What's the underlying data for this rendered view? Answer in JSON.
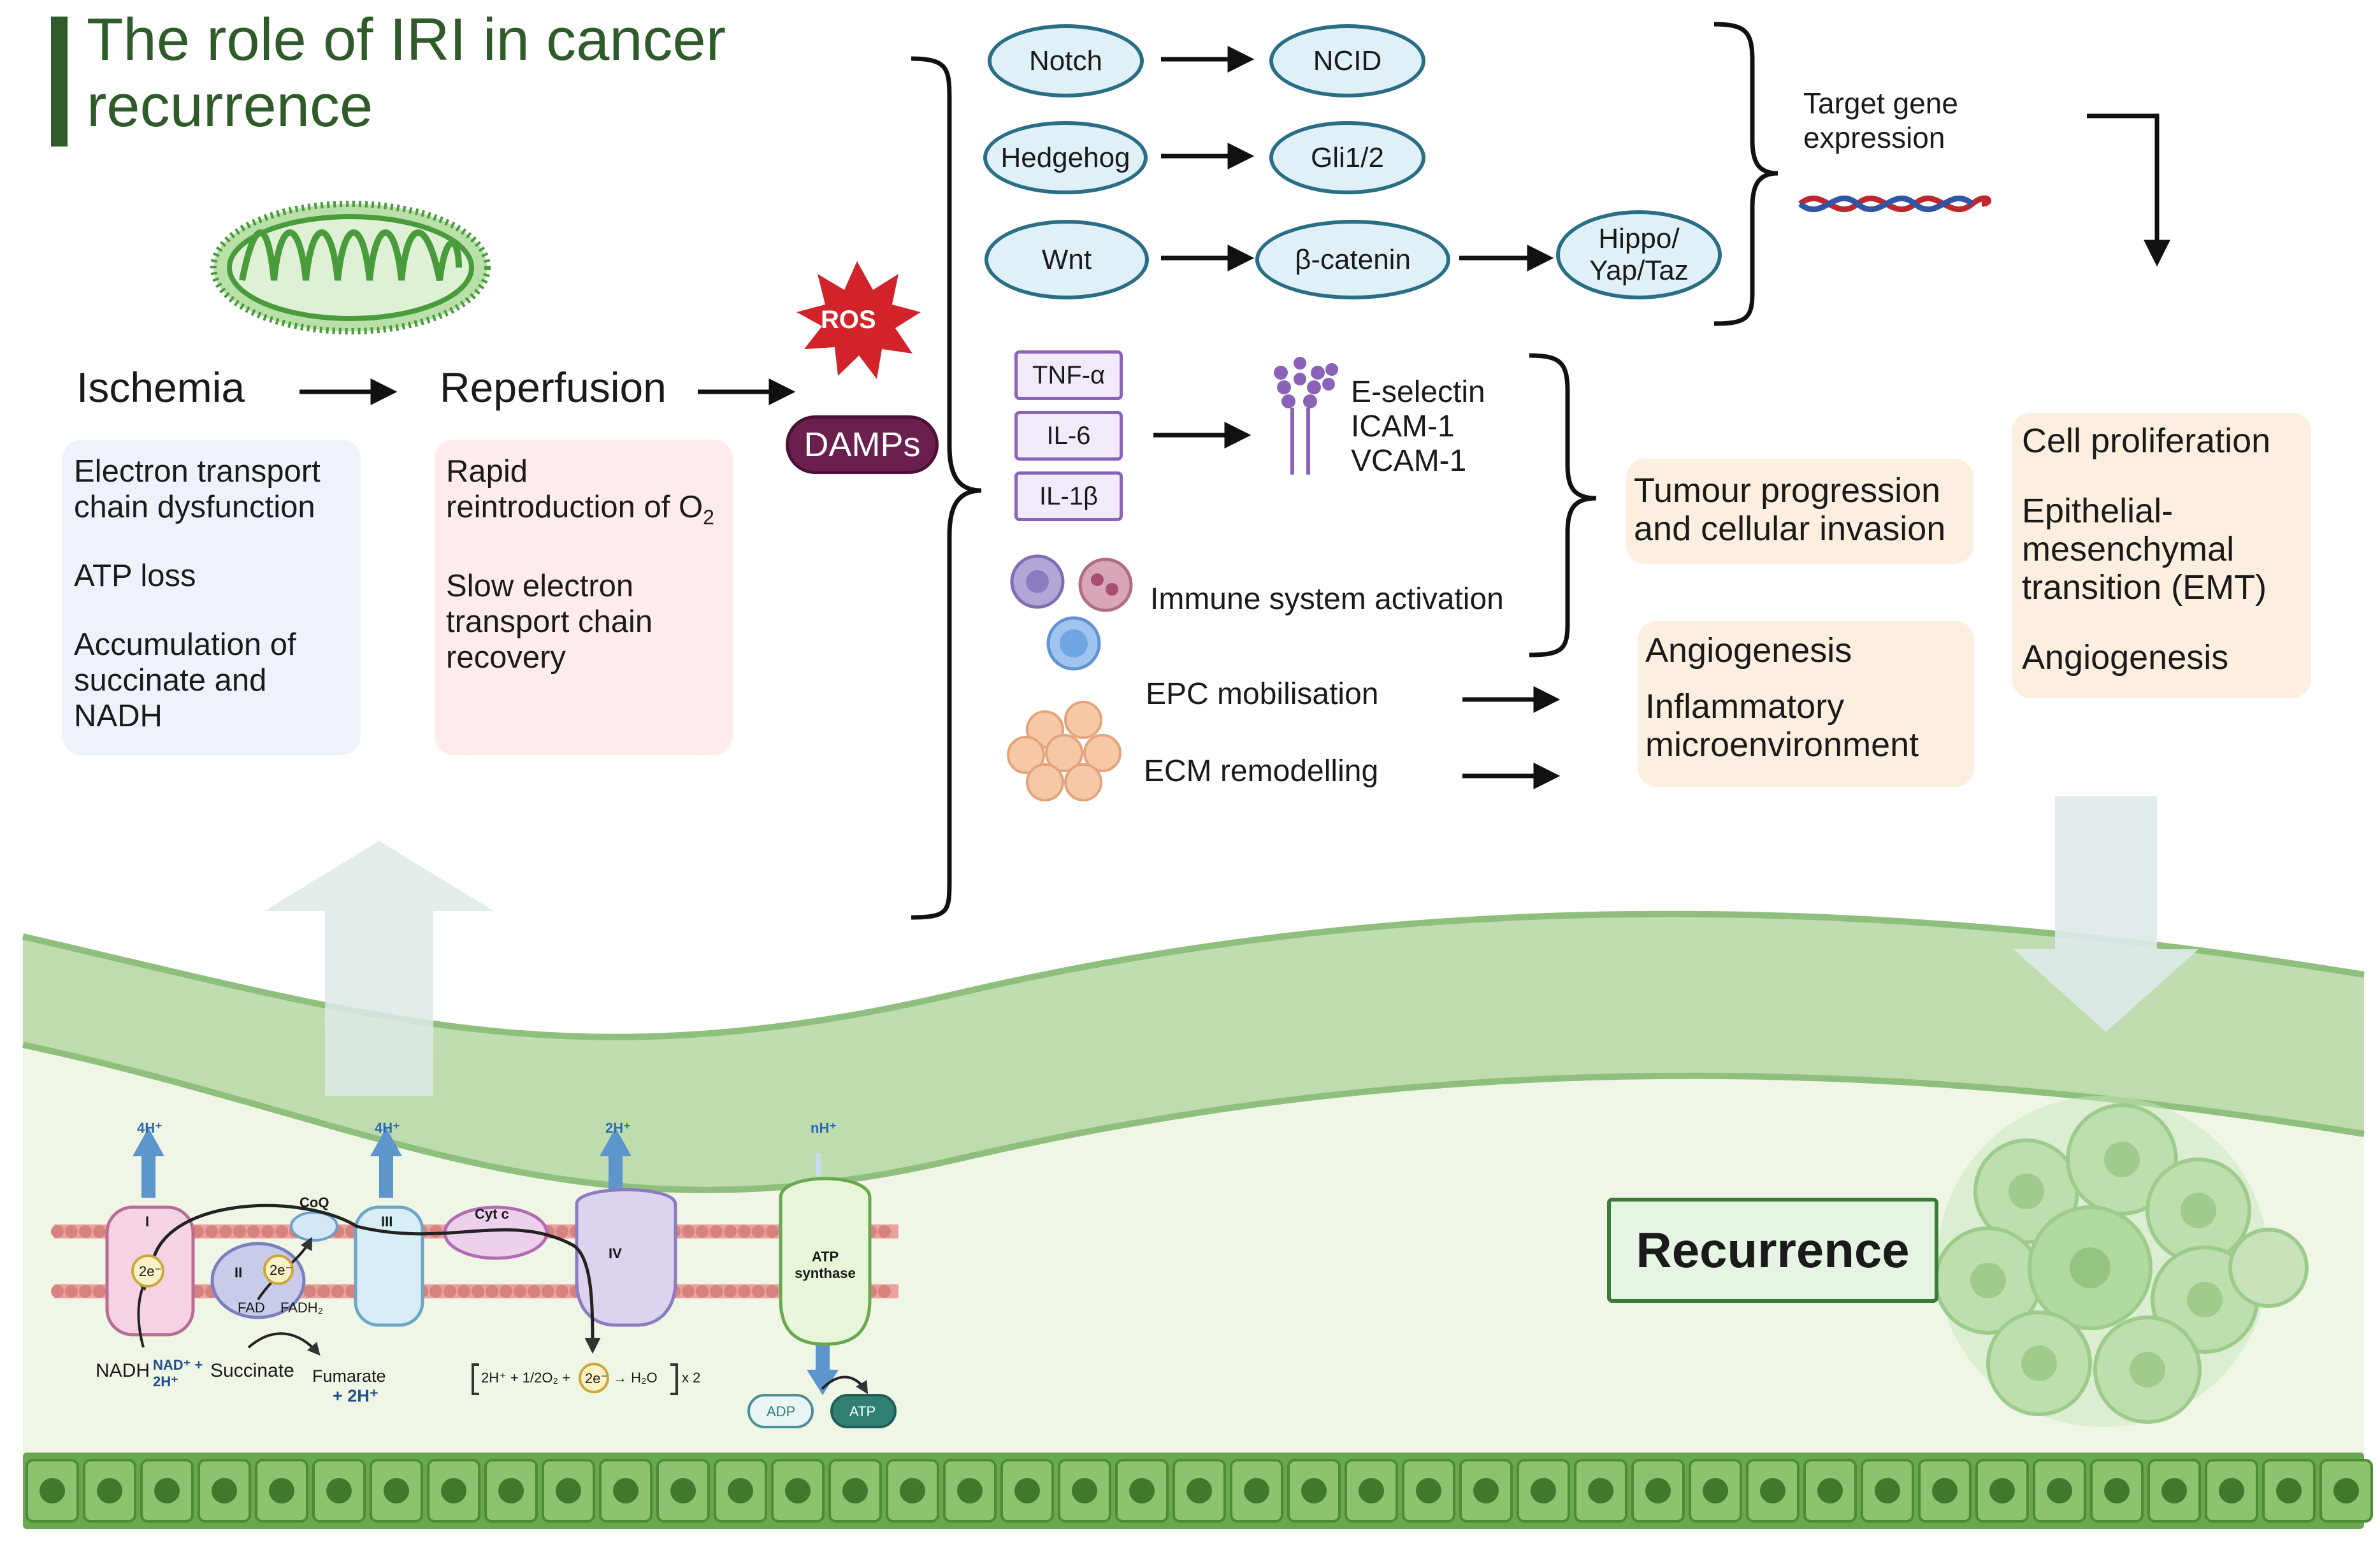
{
  "title": "The role of IRI in cancer recurrence",
  "stages": {
    "ischemia": "Ischemia",
    "reperfusion": "Reperfusion"
  },
  "ischemia_box": [
    "Electron transport chain dysfunction",
    "ATP loss",
    "Accumulation of succinate and NADH"
  ],
  "reperfusion_box": {
    "item1": "Rapid reintroduction of O",
    "item1_sub": "2",
    "item2": "Slow electron transport chain recovery"
  },
  "ros": "ROS",
  "damps": "DAMPs",
  "pathways": {
    "notch": "Notch",
    "ncid": "NCID",
    "hedgehog": "Hedgehog",
    "gli": "Gli1/2",
    "wnt": "Wnt",
    "beta_catenin": "β-catenin",
    "hippo": "Hippo/ Yap/Taz",
    "target_gene": "Target gene expression"
  },
  "cytokines": [
    "TNF-α",
    "IL-6",
    "IL-1β"
  ],
  "adhesion": [
    "E-selectin",
    "ICAM-1",
    "VCAM-1"
  ],
  "immune": "Immune system activation",
  "epc": "EPC mobilisation",
  "ecm": "ECM remodelling",
  "outcome_boxes": {
    "tumour": "Tumour progression and cellular invasion",
    "angio_box": [
      "Angiogenesis",
      "Inflammatory microenvironment"
    ],
    "right_box": [
      "Cell proliferation",
      "Epithelial-mesenchymal transition (EMT)",
      "Angiogenesis"
    ]
  },
  "recurrence": "Recurrence",
  "etc": {
    "h4_left": "4H⁺",
    "h4_mid": "4H⁺",
    "h2": "2H⁺",
    "nh": "nH⁺",
    "complex1": "I",
    "complex2": "II",
    "complex3": "III",
    "complex4": "IV",
    "coq": "CoQ",
    "cytc": "Cyt c",
    "atp_synthase": "ATP synthase",
    "two_e": "2e⁻",
    "fad": "FAD",
    "fadh2": "FADH₂",
    "nadh": "NADH",
    "nad": "NAD⁺ + 2H⁺",
    "succinate": "Succinate",
    "fumarate": "Fumarate",
    "fumarate_h": "+ 2H⁺",
    "eq_left": "2H⁺ + 1/2O₂ +",
    "eq_right": "→ H₂O",
    "eq_times": "x 2",
    "adp": "ADP",
    "atp": "ATP"
  },
  "colors": {
    "title_green": "#2f5a2a",
    "pathway_border": "#2a6e86",
    "pathway_fill": "#dff0f7",
    "cytokine_border": "#8a63b8",
    "damps_fill": "#6b1f4f",
    "ros_red": "#d2232a",
    "outcome_fill": "#fdefdf",
    "ischemia_fill": "#eef3fb",
    "reperfusion_fill": "#fdeceb",
    "tissue_green": "#9cc98c",
    "epithelium_green": "#6aa84f"
  }
}
